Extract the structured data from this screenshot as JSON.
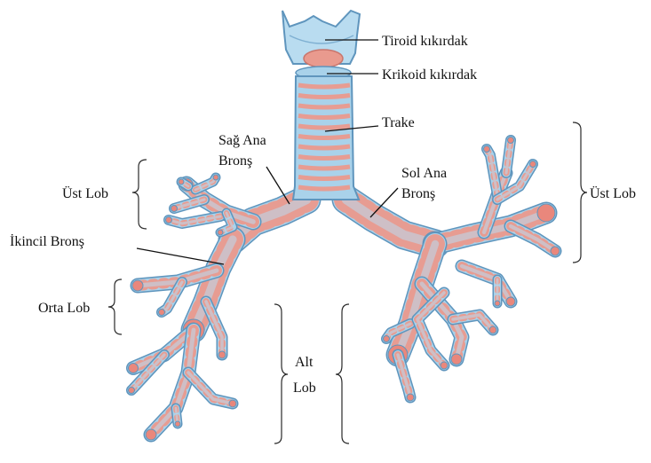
{
  "diagram": {
    "labels": {
      "tiroid": "Tiroid kıkırdak",
      "krikoid": "Krikoid kıkırdak",
      "trake": "Trake",
      "sag_ana_1": "Sağ Ana",
      "sag_ana_2": "Bronş",
      "sol_ana_1": "Sol Ana",
      "sol_ana_2": "Bronş",
      "ust_lob_left": "Üst Lob",
      "ust_lob_right": "Üst Lob",
      "ikincil": "İkincil Bronş",
      "orta_lob": "Orta Lob",
      "alt_lob_1": "Alt",
      "alt_lob_2": "Lob"
    }
  },
  "colors": {
    "tube_fill": "#a9d2ea",
    "tube_outline": "#5f95bd",
    "ring": "#e79c92",
    "cartilage": "#b9dcf0",
    "tip": "#e9877c"
  }
}
